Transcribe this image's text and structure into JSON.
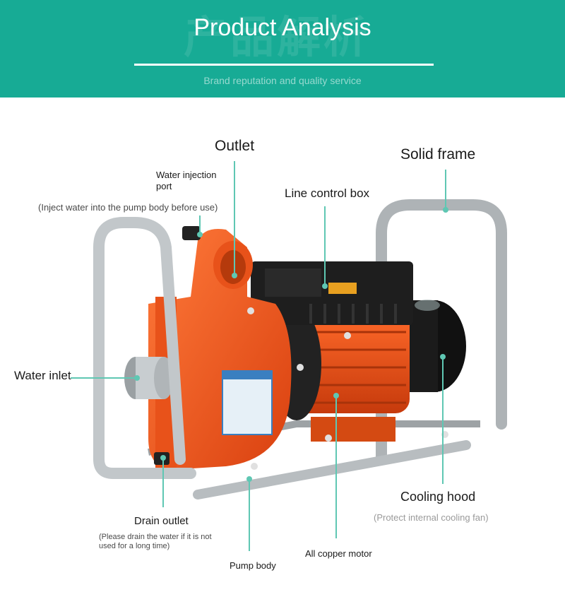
{
  "header": {
    "title": "Product Analysis",
    "subtitle": "Brand reputation and quality service"
  },
  "labels": {
    "outlet": "Outlet",
    "solid_frame": "Solid frame",
    "water_injection_port": "Water injection port",
    "water_injection_note": "(Inject water into the pump body before use)",
    "line_control_box": "Line control box",
    "water_inlet": "Water inlet",
    "cooling_hood": "Cooling hood",
    "cooling_hood_note": "(Protect internal cooling fan)",
    "drain_outlet": "Drain outlet",
    "drain_outlet_note": "(Please drain the water if it is not used for a long time)",
    "pump_body": "Pump body",
    "all_copper_motor": "All copper motor"
  },
  "colors": {
    "header_bg": "#17ab95",
    "leader_line": "#5fc7b3",
    "pump_orange": "#f0581e",
    "frame_silver": "#bfc4c7",
    "motor_black": "#1b1b1b"
  }
}
